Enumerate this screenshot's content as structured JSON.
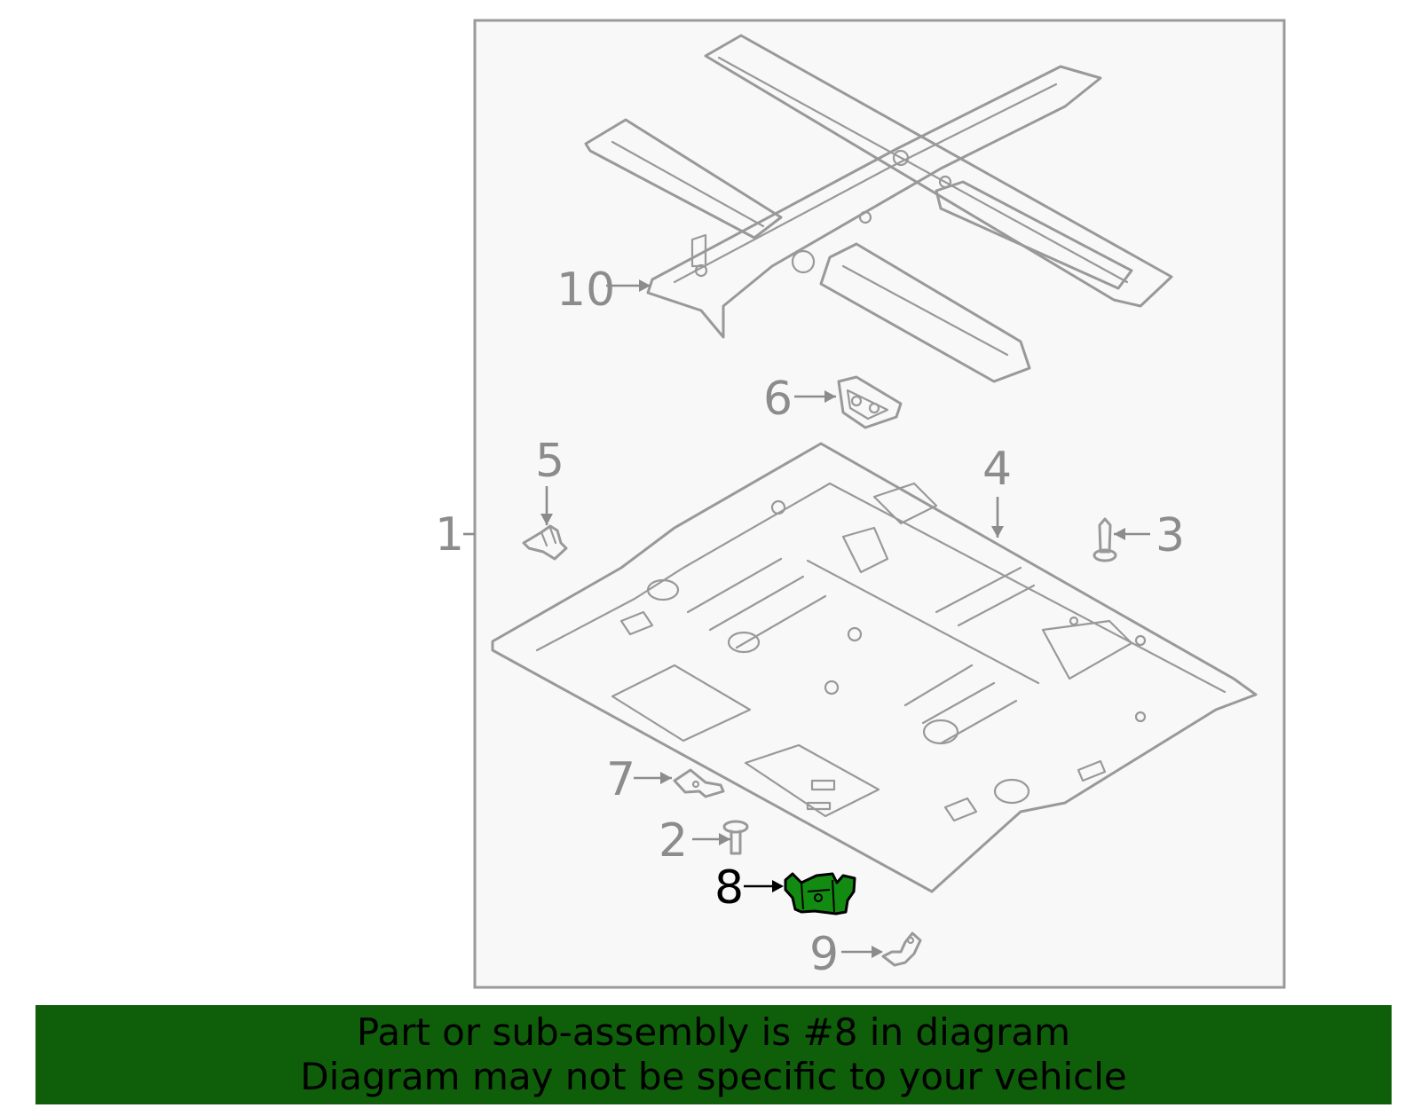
{
  "diagram": {
    "callouts": [
      "1",
      "2",
      "3",
      "4",
      "5",
      "6",
      "7",
      "8",
      "9",
      "10"
    ],
    "highlighted_callout": "8",
    "colors": {
      "frame": "#9a9a9a",
      "background": "#f8f8f8",
      "part_stroke": "#999999",
      "callout_text": "#8c8c8c",
      "highlight_fill": "#138a12",
      "highlight_stroke": "#000000",
      "banner_bg": "#0f5e0a"
    }
  },
  "banner": {
    "line1": "Part or sub-assembly is #8 in diagram",
    "line2": "Diagram may not be specific to your vehicle"
  }
}
